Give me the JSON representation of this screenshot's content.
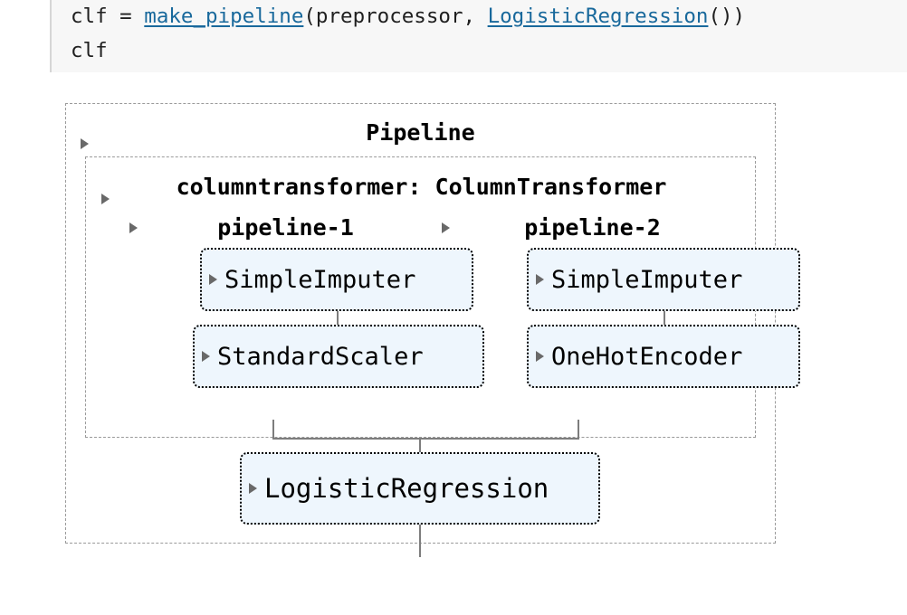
{
  "code_cell": {
    "lines": [
      {
        "segments": [
          {
            "text": "clf = ",
            "kind": "plain"
          },
          {
            "text": "make_pipeline",
            "kind": "link"
          },
          {
            "text": "(preprocessor, ",
            "kind": "plain"
          },
          {
            "text": "LogisticRegression",
            "kind": "link"
          },
          {
            "text": "())",
            "kind": "plain"
          }
        ],
        "plain": "clf = make_pipeline(preprocessor, LogisticRegression())"
      },
      {
        "segments": [
          {
            "text": "clf",
            "kind": "plain"
          }
        ],
        "plain": "clf"
      }
    ],
    "line1_pre": "clf = ",
    "line1_link1": "make_pipeline",
    "line1_mid": "(preprocessor, ",
    "line1_link2": "LogisticRegression",
    "line1_post": "())",
    "line2": "clf",
    "background": "#f7f7f7",
    "link_color": "#19699c"
  },
  "diagram": {
    "type": "sklearn-estimator-html-repr",
    "root": {
      "label": "Pipeline",
      "toggle_icon": "triangle-right-icon",
      "expanded": false
    },
    "column_transformer": {
      "label": "columntransformer: ColumnTransformer",
      "toggle_icon": "triangle-right-icon",
      "expanded": false
    },
    "columns": [
      {
        "name": "pipeline-1",
        "toggle_icon": "triangle-right-icon",
        "steps": [
          {
            "label": "SimpleImputer",
            "toggle_icon": "triangle-right-icon"
          },
          {
            "label": "StandardScaler",
            "toggle_icon": "triangle-right-icon"
          }
        ]
      },
      {
        "name": "pipeline-2",
        "toggle_icon": "triangle-right-icon",
        "steps": [
          {
            "label": "SimpleImputer",
            "toggle_icon": "triangle-right-icon"
          },
          {
            "label": "OneHotEncoder",
            "toggle_icon": "triangle-right-icon"
          }
        ]
      }
    ],
    "final_estimator": {
      "label": "LogisticRegression",
      "toggle_icon": "triangle-right-icon"
    },
    "colors": {
      "estimator_fill": "#eef6fd",
      "estimator_border": "#000000",
      "container_border": "#9a9a9a",
      "connector": "#7d7d7d"
    }
  }
}
